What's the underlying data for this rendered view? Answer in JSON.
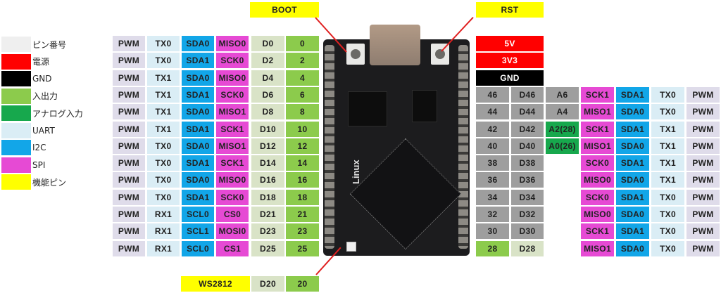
{
  "legend": [
    {
      "label": "ピン番号",
      "color": "#efefef"
    },
    {
      "label": "電源",
      "color": "#ff0000"
    },
    {
      "label": "GND",
      "color": "#000000"
    },
    {
      "label": "入出力",
      "color": "#8ccb4c"
    },
    {
      "label": "アナログ入力",
      "color": "#17a84d"
    },
    {
      "label": "UART",
      "color": "#daedf5"
    },
    {
      "label": "I2C",
      "color": "#12a6e8"
    },
    {
      "label": "SPI",
      "color": "#e64ad4"
    },
    {
      "label": "機能ピン",
      "color": "#ffff00"
    }
  ],
  "callouts": {
    "boot": "BOOT",
    "rst": "RST",
    "ws2812": "WS2812",
    "ws2812_dpin": "D20",
    "ws2812_pin": "20"
  },
  "board": {
    "silkscreen": "Linux"
  },
  "left_pins": [
    {
      "pwm": "PWM",
      "uart": "TX0",
      "i2c": "SDA0",
      "spi": "MISO0",
      "dpin": "D0",
      "pin": "0"
    },
    {
      "pwm": "PWM",
      "uart": "TX0",
      "i2c": "SDA1",
      "spi": "SCK0",
      "dpin": "D2",
      "pin": "2"
    },
    {
      "pwm": "PWM",
      "uart": "TX1",
      "i2c": "SDA0",
      "spi": "MISO0",
      "dpin": "D4",
      "pin": "4"
    },
    {
      "pwm": "PWM",
      "uart": "TX1",
      "i2c": "SDA1",
      "spi": "SCK0",
      "dpin": "D6",
      "pin": "6"
    },
    {
      "pwm": "PWM",
      "uart": "TX1",
      "i2c": "SDA0",
      "spi": "MISO1",
      "dpin": "D8",
      "pin": "8"
    },
    {
      "pwm": "PWM",
      "uart": "TX1",
      "i2c": "SDA1",
      "spi": "SCK1",
      "dpin": "D10",
      "pin": "10"
    },
    {
      "pwm": "PWM",
      "uart": "TX0",
      "i2c": "SDA0",
      "spi": "MISO1",
      "dpin": "D12",
      "pin": "12"
    },
    {
      "pwm": "PWM",
      "uart": "TX0",
      "i2c": "SDA1",
      "spi": "SCK1",
      "dpin": "D14",
      "pin": "14"
    },
    {
      "pwm": "PWM",
      "uart": "TX0",
      "i2c": "SDA0",
      "spi": "MISO0",
      "dpin": "D16",
      "pin": "16"
    },
    {
      "pwm": "PWM",
      "uart": "TX0",
      "i2c": "SDA1",
      "spi": "SCK0",
      "dpin": "D18",
      "pin": "18"
    },
    {
      "pwm": "PWM",
      "uart": "RX1",
      "i2c": "SCL0",
      "spi": "CS0",
      "dpin": "D21",
      "pin": "21"
    },
    {
      "pwm": "PWM",
      "uart": "RX1",
      "i2c": "SCL1",
      "spi": "MOSI0",
      "dpin": "D23",
      "pin": "23"
    },
    {
      "pwm": "PWM",
      "uart": "RX1",
      "i2c": "SCL0",
      "spi": "CS1",
      "dpin": "D25",
      "pin": "25"
    }
  ],
  "right_power": [
    {
      "label": "5V",
      "type": "power"
    },
    {
      "label": "3V3",
      "type": "power"
    },
    {
      "label": "GND",
      "type": "gnd"
    }
  ],
  "right_pins": [
    {
      "pin": "46",
      "dpin": "D46",
      "analog": "A6",
      "analog_type": "gray",
      "spi": "SCK1",
      "i2c": "SDA1",
      "uart": "TX0",
      "pwm": "PWM",
      "pin_type": "gray"
    },
    {
      "pin": "44",
      "dpin": "D44",
      "analog": "A4",
      "analog_type": "gray",
      "spi": "MISO1",
      "i2c": "SDA0",
      "uart": "TX0",
      "pwm": "PWM",
      "pin_type": "gray"
    },
    {
      "pin": "42",
      "dpin": "D42",
      "analog": "A2(28)",
      "analog_type": "analog",
      "spi": "SCK1",
      "i2c": "SDA1",
      "uart": "TX1",
      "pwm": "PWM",
      "pin_type": "gray"
    },
    {
      "pin": "40",
      "dpin": "D40",
      "analog": "A0(26)",
      "analog_type": "analog",
      "spi": "MISO1",
      "i2c": "SDA0",
      "uart": "TX1",
      "pwm": "PWM",
      "pin_type": "gray"
    },
    {
      "pin": "38",
      "dpin": "D38",
      "analog": "",
      "analog_type": "none",
      "spi": "SCK0",
      "i2c": "SDA1",
      "uart": "TX1",
      "pwm": "PWM",
      "pin_type": "gray"
    },
    {
      "pin": "36",
      "dpin": "D36",
      "analog": "",
      "analog_type": "none",
      "spi": "MISO0",
      "i2c": "SDA0",
      "uart": "TX1",
      "pwm": "PWM",
      "pin_type": "gray"
    },
    {
      "pin": "34",
      "dpin": "D34",
      "analog": "",
      "analog_type": "none",
      "spi": "SCK0",
      "i2c": "SDA1",
      "uart": "TX0",
      "pwm": "PWM",
      "pin_type": "gray"
    },
    {
      "pin": "32",
      "dpin": "D32",
      "analog": "",
      "analog_type": "none",
      "spi": "MISO0",
      "i2c": "SDA0",
      "uart": "TX0",
      "pwm": "PWM",
      "pin_type": "gray"
    },
    {
      "pin": "30",
      "dpin": "D30",
      "analog": "",
      "analog_type": "none",
      "spi": "SCK1",
      "i2c": "SDA1",
      "uart": "TX0",
      "pwm": "PWM",
      "pin_type": "gray"
    },
    {
      "pin": "28",
      "dpin": "D28",
      "analog": "",
      "analog_type": "none",
      "spi": "MISO1",
      "i2c": "SDA0",
      "uart": "TX0",
      "pwm": "PWM",
      "pin_type": "io"
    }
  ]
}
